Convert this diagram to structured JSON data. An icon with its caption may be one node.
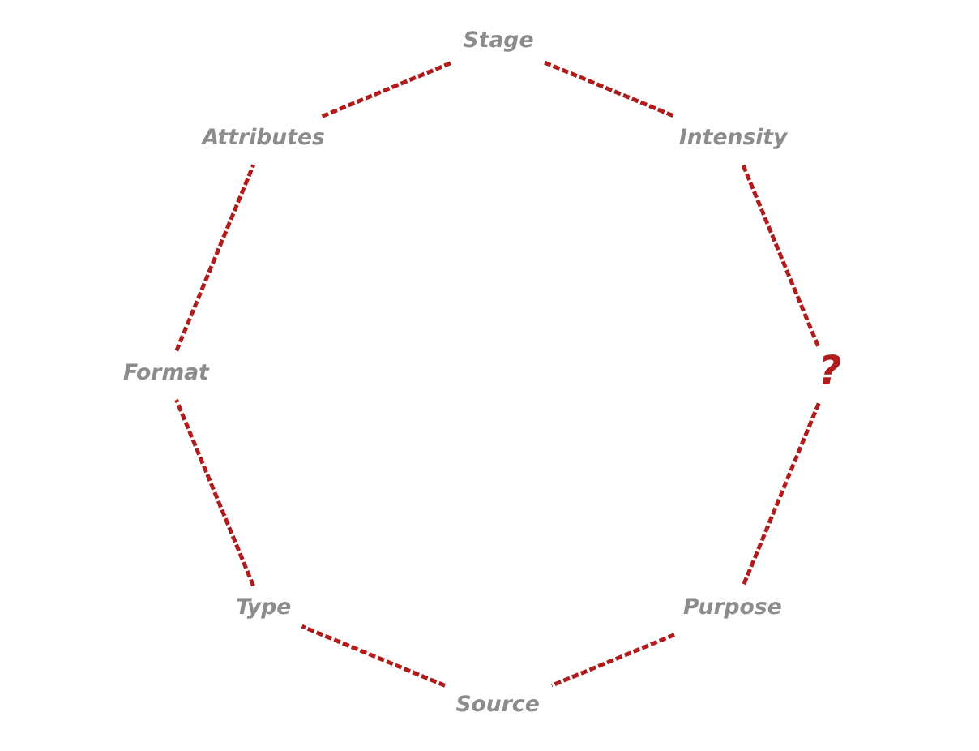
{
  "diagram": {
    "nodes": [
      {
        "text": [
          "Purpose"
        ]
      },
      {
        "text": [
          "Source"
        ]
      },
      {
        "text": [
          "?"
        ]
      },
      {
        "text": [
          "Type"
        ]
      },
      {
        "text": [
          "Intensity"
        ]
      },
      {
        "text": [
          "Format"
        ]
      },
      {
        "text": [
          "Stage"
        ]
      },
      {
        "text": [
          "Attributes"
        ]
      }
    ],
    "edges": [
      {
        "from": 0,
        "to": 1,
        "arrow": "none",
        "style": "dashed"
      },
      {
        "from": 1,
        "to": 3,
        "arrow": "none",
        "style": "dashed"
      },
      {
        "from": 3,
        "to": 5,
        "arrow": "none",
        "style": "dashed"
      },
      {
        "from": 5,
        "to": 7,
        "arrow": "none",
        "style": "dashed"
      },
      {
        "from": 7,
        "to": 6,
        "arrow": "none",
        "style": "dashed"
      },
      {
        "from": 6,
        "to": 4,
        "arrow": "none",
        "style": "dashed"
      },
      {
        "from": 4,
        "to": 2,
        "arrow": "none",
        "style": "dashed"
      },
      {
        "from": 2,
        "to": 0,
        "arrow": "none",
        "style": "dashed"
      }
    ]
  }
}
